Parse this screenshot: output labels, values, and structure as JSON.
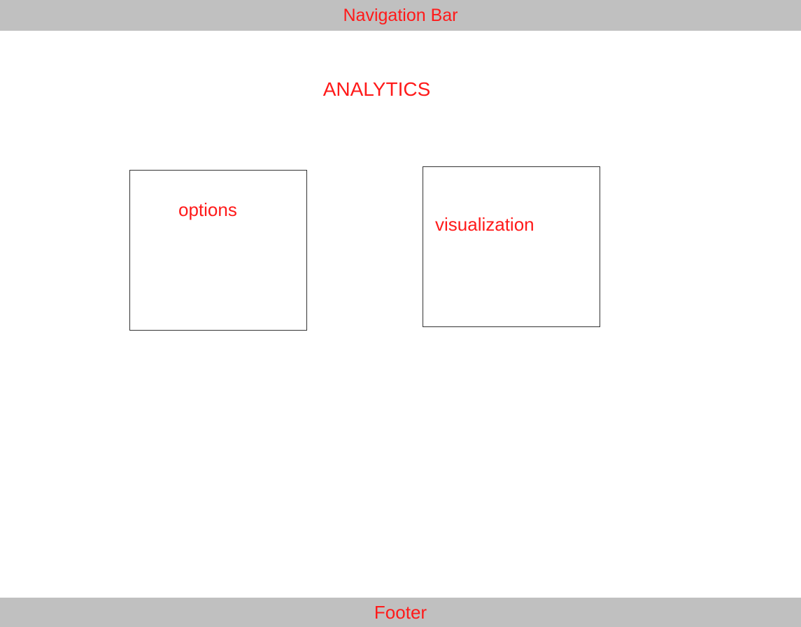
{
  "navigation": {
    "label": "Navigation Bar"
  },
  "main": {
    "title": "ANALYTICS",
    "panels": [
      {
        "label": "options"
      },
      {
        "label": "visualization"
      }
    ]
  },
  "footer": {
    "label": "Footer"
  },
  "colors": {
    "bar_background": "#c0c0c0",
    "text": "#ff1a1a",
    "panel_border": "#333333",
    "page_background": "#ffffff"
  }
}
